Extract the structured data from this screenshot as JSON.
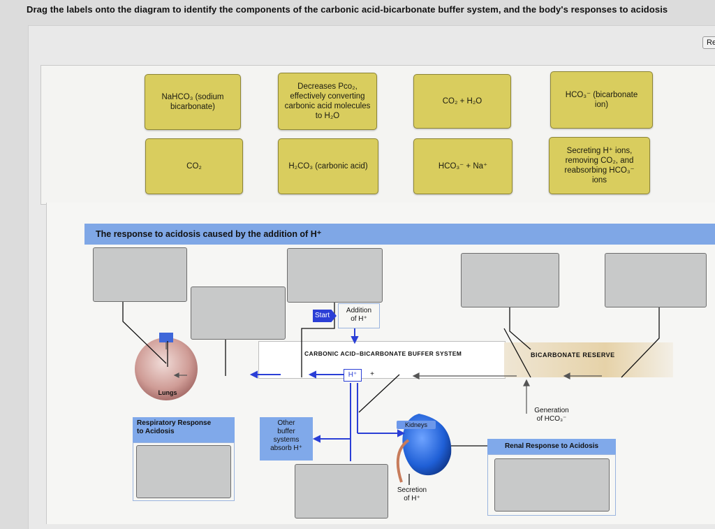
{
  "instruction": "Drag the labels onto the diagram to identify the components of the carbonic acid-bicarbonate buffer system, and the body's responses to acidosis",
  "reset_label": "Re",
  "labels": [
    {
      "text": "NaHCO₃ (sodium\nbicarbonate)"
    },
    {
      "text": "Decreases Pco₂,\neffectively converting\ncarbonic acid molecules\nto H₂O"
    },
    {
      "text": "CO₂ + H₂O"
    },
    {
      "text": "HCO₃⁻ (bicarbonate\nion)"
    },
    {
      "text": "CO₂"
    },
    {
      "text": "H₂CO₃ (carbonic acid)"
    },
    {
      "text": "HCO₃⁻ + Na⁺"
    },
    {
      "text": "Secreting H⁺ ions,\nremoving CO₂, and\nreabsorbing HCO₃⁻\nions"
    }
  ],
  "diagram": {
    "title": "The response to acidosis caused by the addition of H⁺",
    "start_label": "Start",
    "addition_label": "Addition\nof H⁺",
    "buffer_system_label": "CARBONIC ACID–BICARBONATE BUFFER SYSTEM",
    "bicarbonate_reserve_label": "BICARBONATE RESERVE",
    "h_plus_label": "H⁺",
    "plus_label": "+",
    "lungs_label": "Lungs",
    "respiratory_response_label": "Respiratory Response\nto Acidosis",
    "other_buffer_label": "Other\nbuffer\nsystems\nabsorb H⁺",
    "kidneys_label": "Kidneys",
    "generation_label": "Generation\nof HCO₃⁻",
    "renal_response_label": "Renal Response to Acidosis",
    "secretion_label": "Secretion\nof H⁺"
  },
  "colors": {
    "chip": "#d9cd5e",
    "header_blue": "#7fa7e6",
    "arrow_blue": "#2b3fd6",
    "kidney_blue": "#1f5fd6"
  }
}
